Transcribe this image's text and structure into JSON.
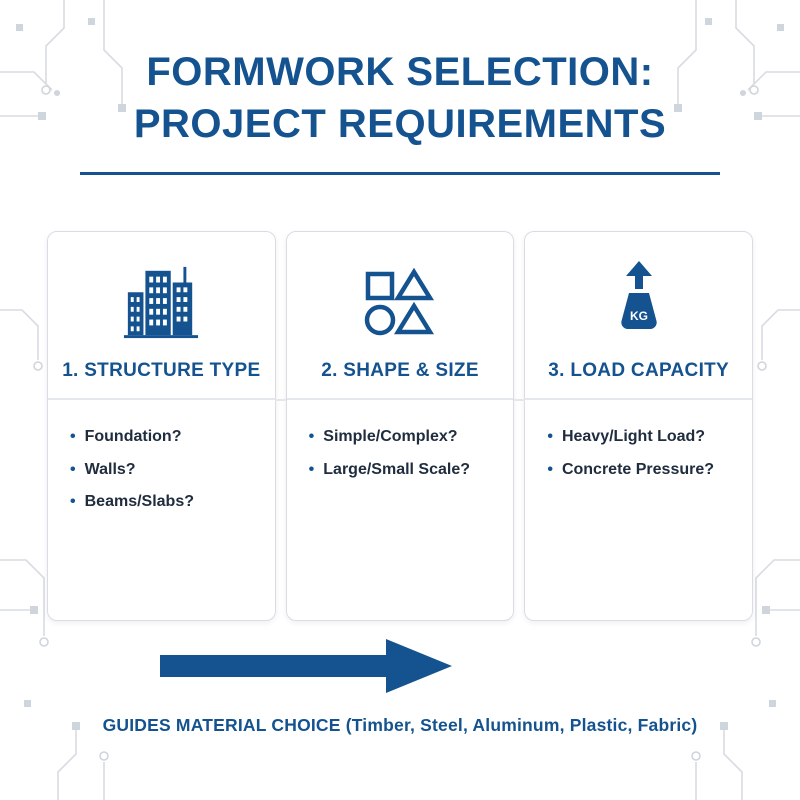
{
  "colors": {
    "primary": "#14538f",
    "text_dark": "#202d3f",
    "card_border": "#d9dde3",
    "circuit": "#d7dce2"
  },
  "title": {
    "line1": "FORMWORK SELECTION:",
    "line2": "PROJECT REQUIREMENTS"
  },
  "cards": [
    {
      "icon": "building-icon",
      "heading": "1. STRUCTURE TYPE",
      "bullets": [
        "Foundation?",
        "Walls?",
        "Beams/Slabs?"
      ]
    },
    {
      "icon": "shapes-icon",
      "heading": "2. SHAPE & SIZE",
      "bullets": [
        "Simple/Complex?",
        "Large/Small Scale?"
      ]
    },
    {
      "icon": "weight-icon",
      "icon_label": "KG",
      "heading": "3. LOAD CAPACITY",
      "bullets": [
        "Heavy/Light Load?",
        "Concrete Pressure?"
      ]
    }
  ],
  "footer": {
    "label": "GUIDES MATERIAL CHOICE (Timber, Steel, Aluminum, Plastic, Fabric)"
  }
}
